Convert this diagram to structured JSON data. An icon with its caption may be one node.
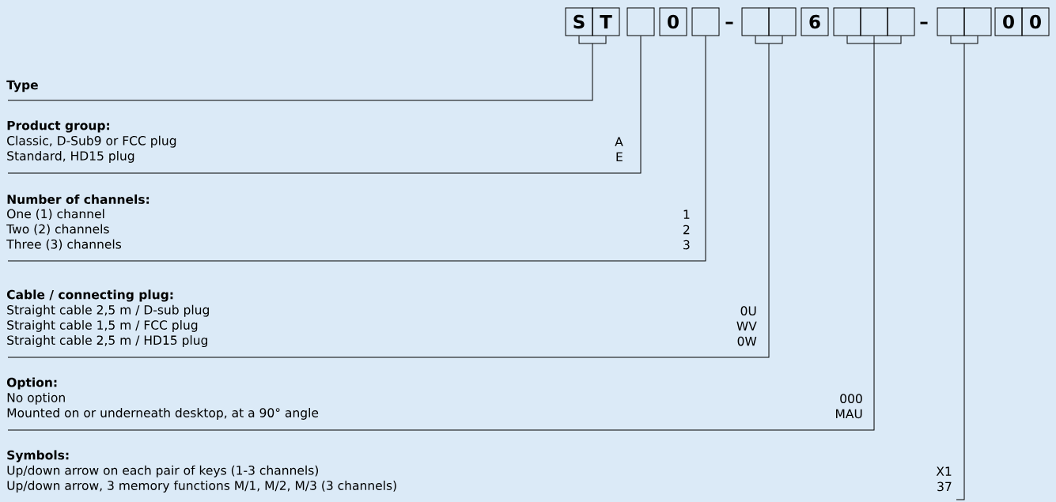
{
  "diagram": {
    "nodes": [
      {
        "text": [
          "S"
        ]
      },
      {
        "text": [
          "T"
        ]
      },
      {
        "text": [],
        "shape": "box"
      },
      {
        "text": [
          "0"
        ]
      },
      {
        "text": [],
        "shape": "box"
      },
      {
        "text": [],
        "shape": "box"
      },
      {
        "text": [],
        "shape": "box"
      },
      {
        "text": [
          "6"
        ]
      },
      {
        "text": [],
        "shape": "box"
      },
      {
        "text": [],
        "shape": "box"
      },
      {
        "text": [],
        "shape": "box"
      },
      {
        "text": [],
        "shape": "box"
      },
      {
        "text": [],
        "shape": "box"
      },
      {
        "text": [
          "0"
        ]
      },
      {
        "text": [
          "0"
        ]
      },
      {
        "text": [
          "Type"
        ]
      },
      {
        "text": [
          "Product group:",
          "Classic, D-Sub9 or FCC plug",
          "A",
          "Standard, HD15 plug",
          "E"
        ]
      },
      {
        "text": [
          "Number of channels:",
          "One (1) channel",
          "1",
          "Two (2) channels",
          "2",
          "Three (3) channels",
          "3"
        ]
      },
      {
        "text": [
          "Cable / connecting plug:",
          "Straight cable 2,5 m / D-sub plug",
          "0U",
          "Straight cable 1,5 m / FCC plug",
          "WV",
          "Straight cable 2,5 m / HD15 plug",
          "0W"
        ]
      },
      {
        "text": [
          "Option:",
          "No option",
          "000",
          "Mounted on or underneath desktop, at a 90° angle",
          "MAU"
        ]
      },
      {
        "text": [
          "Symbols:",
          "Up/down arrow on each pair of keys (1-3 channels)",
          "X1",
          "Up/down arrow, 3 memory functions M/1, M/2, M/3 (3 channels)",
          "37"
        ]
      }
    ],
    "edges": [
      {
        "from": 0,
        "to": 15,
        "arrow": "none"
      },
      {
        "from": 1,
        "to": 15,
        "arrow": "none"
      },
      {
        "from": 2,
        "to": 16,
        "arrow": "none"
      },
      {
        "from": 4,
        "to": 17,
        "arrow": "none"
      },
      {
        "from": 5,
        "to": 18,
        "arrow": "none"
      },
      {
        "from": 6,
        "to": 18,
        "arrow": "none"
      },
      {
        "from": 8,
        "to": 19,
        "arrow": "none"
      },
      {
        "from": 9,
        "to": 19,
        "arrow": "none"
      },
      {
        "from": 10,
        "to": 19,
        "arrow": "none"
      },
      {
        "from": 11,
        "to": 20,
        "arrow": "none"
      },
      {
        "from": 12,
        "to": 20,
        "arrow": "none"
      }
    ],
    "labels": [
      "–",
      "–"
    ]
  }
}
